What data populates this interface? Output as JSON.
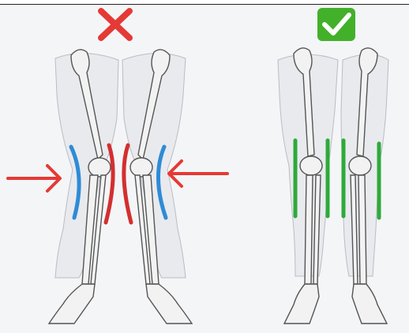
{
  "panels": [
    {
      "name": "knock-knees",
      "verdict": "incorrect",
      "mark_icon": "cross-mark-icon",
      "mark_color": "#e53935",
      "inner_stroke_color": "#d32f2f",
      "outer_stroke_color": "#2e8bd6",
      "arrow_color": "#e53935",
      "arrow_icons": [
        "arrow-right-icon",
        "arrow-left-icon"
      ]
    },
    {
      "name": "straight-legs",
      "verdict": "correct",
      "mark_icon": "check-mark-icon",
      "mark_color": "#43b02a",
      "stroke_color": "#2eaa3a"
    }
  ],
  "colors": {
    "background": "#f4f5f7",
    "skin": "#e9eaee",
    "bone_fill": "#f2f2f2",
    "bone_outline": "#555555"
  }
}
